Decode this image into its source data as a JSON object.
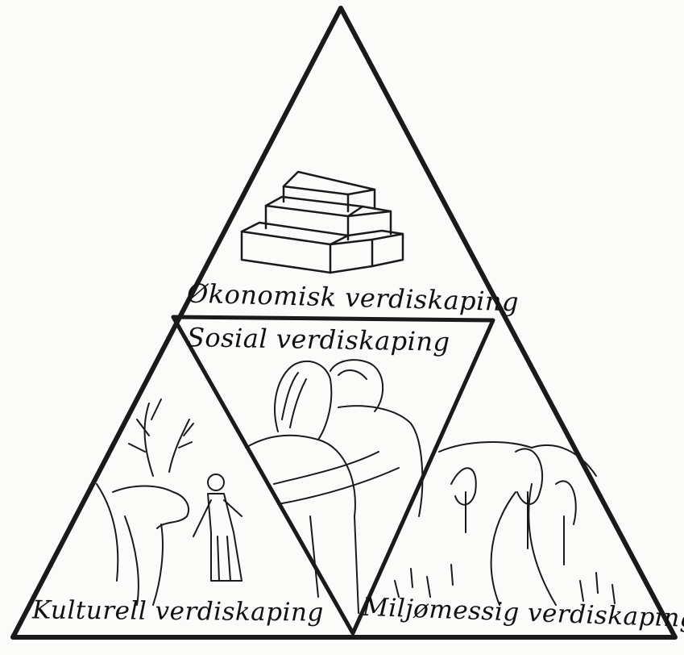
{
  "diagram": {
    "sections": [
      {
        "id": "top",
        "label": "Økonomisk verdiskaping",
        "illustration": "stacked-bricks-icon"
      },
      {
        "id": "center",
        "label": "Sosial verdiskaping",
        "illustration": "embracing-people-icon"
      },
      {
        "id": "left",
        "label": "Kulturell verdiskaping",
        "illustration": "reindeer-and-person-icon"
      },
      {
        "id": "right",
        "label": "Miljømessig verdiskaping",
        "illustration": "landscape-trees-icon"
      }
    ]
  },
  "colors": {
    "ink": "#1a1a1a",
    "paper": "#fbfbfa"
  }
}
